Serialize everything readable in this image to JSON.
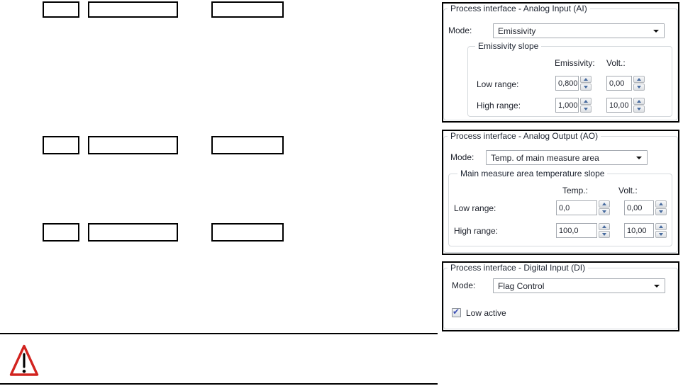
{
  "panels": {
    "analog_input": {
      "title": "Process interface - Analog Input (AI)",
      "mode_label": "Mode:",
      "mode_value": "Emissivity",
      "slope_group": {
        "title": "Emissivity slope",
        "col1_header": "Emissivity:",
        "col2_header": "Volt.:",
        "rows": [
          {
            "label": "Low range:",
            "col1": "0,800",
            "col2": "0,00"
          },
          {
            "label": "High range:",
            "col1": "1,000",
            "col2": "10,00"
          }
        ]
      }
    },
    "analog_output": {
      "title": "Process interface - Analog Output (AO)",
      "mode_label": "Mode:",
      "mode_value": "Temp. of main measure area",
      "slope_group": {
        "title": "Main measure area temperature slope",
        "col1_header": "Temp.:",
        "col2_header": "Volt.:",
        "rows": [
          {
            "label": "Low range:",
            "col1": "0,0",
            "col2": "0,00"
          },
          {
            "label": "High range:",
            "col1": "100,0",
            "col2": "10,00"
          }
        ]
      }
    },
    "digital_input": {
      "title": "Process interface - Digital Input (DI)",
      "mode_label": "Mode:",
      "mode_value": "Flag Control",
      "checkbox": {
        "label": "Low active",
        "checked": true
      }
    }
  },
  "icons": {
    "combo_arrow_icon": "black-down-triangle-css",
    "spin_up_icon": "blue-up-triangle-css",
    "spin_down_icon": "blue-down-triangle-css",
    "checkbox_check_icon": "✔",
    "warning_icon": "red-triangle-exclamation-svg"
  },
  "colors": {
    "warning_red": "#d2231f",
    "spin_arrow_blue": "#466a9e",
    "control_border": "#a5aab1",
    "groupbox_border": "#d6dade",
    "outline_black": "#000000",
    "text": "#1d212b"
  }
}
